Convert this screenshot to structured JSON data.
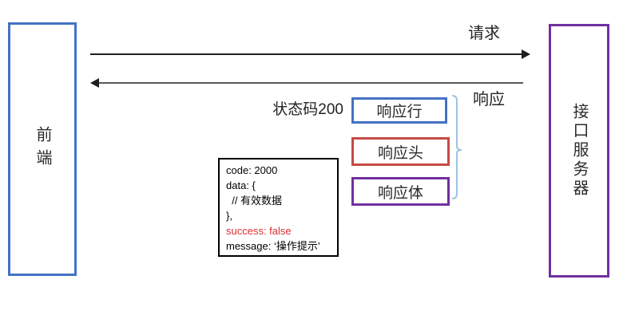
{
  "frontend_box": {
    "label": "前端",
    "border_color": "#4472C4"
  },
  "server_box": {
    "label": "接口服务器",
    "border_color": "#7030A0"
  },
  "request": {
    "label": "请求",
    "direction": "frontend-to-server"
  },
  "response": {
    "label": "响应",
    "direction": "server-to-frontend"
  },
  "status_code_label": "状态码200",
  "response_parts": [
    {
      "label": "响应行",
      "border_color": "#4472C4"
    },
    {
      "label": "响应头",
      "border_color": "#C64A45"
    },
    {
      "label": "响应体",
      "border_color": "#7030A0"
    }
  ],
  "brace_color": "#9DC3E6",
  "response_body_example": {
    "lines": [
      {
        "text": "code: 2000",
        "color": "#000000"
      },
      {
        "text": "data: {",
        "color": "#000000"
      },
      {
        "text": "  // 有效数据",
        "color": "#000000"
      },
      {
        "text": "},",
        "color": "#000000"
      },
      {
        "text": "success: false",
        "color": "#DD3030"
      },
      {
        "text": "message: ‘操作提示’",
        "color": "#000000"
      }
    ]
  }
}
